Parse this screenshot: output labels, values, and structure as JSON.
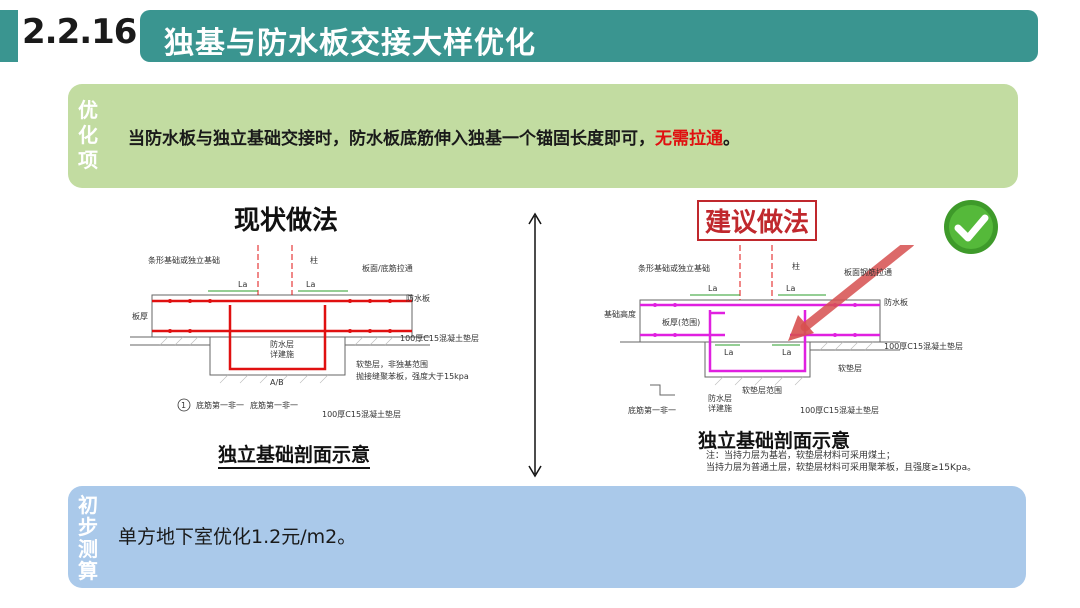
{
  "section": {
    "number": "2.2.16",
    "title": "独基与防水板交接大样优化"
  },
  "optimization": {
    "label": "优化项",
    "text_main": "当防水板与独立基础交接时，防水板底筋伸入独基一个锚固长度即可，",
    "text_highlight": "无需拉通",
    "text_end": "。"
  },
  "left_diagram": {
    "heading": "现状做法",
    "caption": "独立基础剖面示意",
    "labels": {
      "strip": "条形基础或独立基础",
      "column": "柱",
      "top_rebar": "板面/底筋拉通",
      "la1": "La",
      "la2": "La",
      "board": "防水板",
      "thick": "板厚",
      "layer_c15": "100厚C15混凝土垫层",
      "waterproof": "防水层",
      "detail": "详建施",
      "soft": "软垫层，非独基范围",
      "soft2": "抛接缝聚苯板，强度大于15kpa",
      "ab": "A/B",
      "bottom1": "底筋第一非一",
      "bottom2": "底筋第一非一",
      "c15_bottom": "100厚C15混凝土垫层",
      "circle": "1"
    }
  },
  "right_diagram": {
    "heading": "建议做法",
    "caption": "独立基础剖面示意",
    "labels": {
      "strip": "条形基础或独立基础",
      "column": "柱",
      "top_rebar": "板面钢筋拉通",
      "la1": "La",
      "la2": "La",
      "la3": "La",
      "la4": "La",
      "board": "防水板",
      "thick": "板厚(范围)",
      "side": "基础高度",
      "c15": "100厚C15混凝土垫层",
      "soft": "软垫层",
      "soft_range": "软垫层范围",
      "waterproof": "防水层",
      "detail": "详建施",
      "bottom1": "底筋第一非一",
      "c15_bottom": "100厚C15混凝土垫层"
    },
    "note_line1": "注：当持力层为基岩，软垫层材料可采用煤土；",
    "note_line2": "当持力层为普通土层，软垫层材料可采用聚苯板，且强度≥15Kpa。"
  },
  "preliminary_calc": {
    "label": "初步测算",
    "text": "单方地下室优化1.2元/m2。"
  },
  "colors": {
    "teal": "#3a9590",
    "green_box": "#c2dca1",
    "blue_box": "#aac9ea",
    "rebar_red": "#e01010",
    "rebar_magenta": "#e020e0",
    "highlight_red": "#e01010"
  },
  "icons": {
    "check": "check-circle-icon",
    "arrow": "pointer-arrow-icon",
    "divider": "double-arrow-icon"
  }
}
